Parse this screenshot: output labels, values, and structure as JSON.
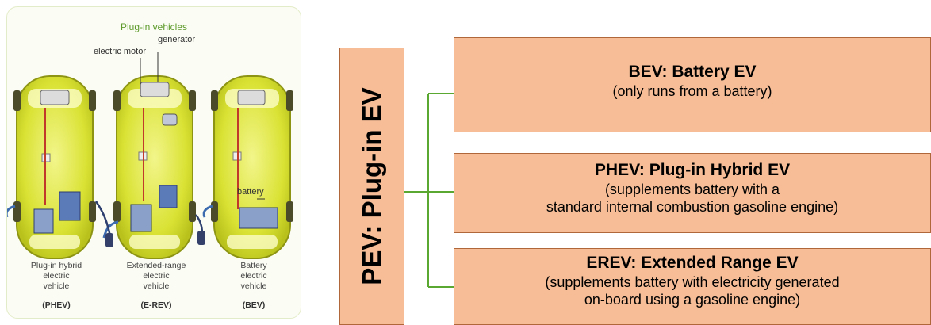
{
  "illustration": {
    "title": "Plug-in vehicles",
    "callouts": {
      "generator": "generator",
      "electric_motor": "electric motor",
      "battery": "battery"
    },
    "vehicles": [
      {
        "caption_lines": [
          "Plug-in hybrid",
          "electric",
          "vehicle"
        ],
        "abbr": "(PHEV)"
      },
      {
        "caption_lines": [
          "Extended-range",
          "electric",
          "vehicle"
        ],
        "abbr": "(E-REV)"
      },
      {
        "caption_lines": [
          "Battery",
          "electric",
          "vehicle"
        ],
        "abbr": "(BEV)"
      }
    ]
  },
  "diagram": {
    "root_label": "PEV: Plug-in EV",
    "box_color": "#f6bd97",
    "connector_color": "#5aa832",
    "types": [
      {
        "title": "BEV: Battery EV",
        "desc_lines": [
          "(only runs from a battery)"
        ]
      },
      {
        "title": "PHEV: Plug-in Hybrid EV",
        "desc_lines": [
          "(supplements battery with a",
          "standard internal combustion gasoline engine)"
        ]
      },
      {
        "title": "EREV: Extended Range EV",
        "desc_lines": [
          "(supplements battery with electricity generated",
          "on-board using a gasoline engine)"
        ]
      }
    ]
  }
}
